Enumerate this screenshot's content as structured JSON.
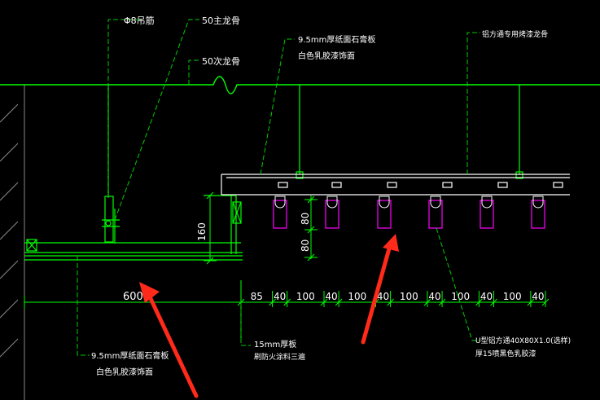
{
  "colors": {
    "background": "#000000",
    "structure": "#00ff00",
    "white": "#ffffff",
    "profile": "#ff00ff",
    "arrow": "#ff2a1a",
    "dash": "#00cc00"
  },
  "labels": {
    "hanger": "Φ8吊筋",
    "main_keel": "50主龙骨",
    "secondary_keel": "50次龙骨",
    "board_top_1": "9.5mm厚纸面石膏板",
    "board_top_2": "白色乳胶漆饰面",
    "special_keel": "铝方通专用烤漆龙骨",
    "wood_1": "15mm厚板",
    "wood_2": "刷防火涂料三遍",
    "board_bottom_1": "9.5mm厚纸面石膏板",
    "board_bottom_2": "白色乳胶漆饰面",
    "tube_1": "U型铝方通40X80X1.0(选样)",
    "tube_2": "厚15喷黑色乳胶漆"
  },
  "dimensions": {
    "height_main": "160",
    "gap_upper": "80",
    "gap_lower": "80",
    "ceiling_width": "600",
    "chain": [
      "85",
      "40",
      "100",
      "40",
      "100",
      "40",
      "100",
      "40",
      "100",
      "40",
      "100",
      "40"
    ]
  }
}
